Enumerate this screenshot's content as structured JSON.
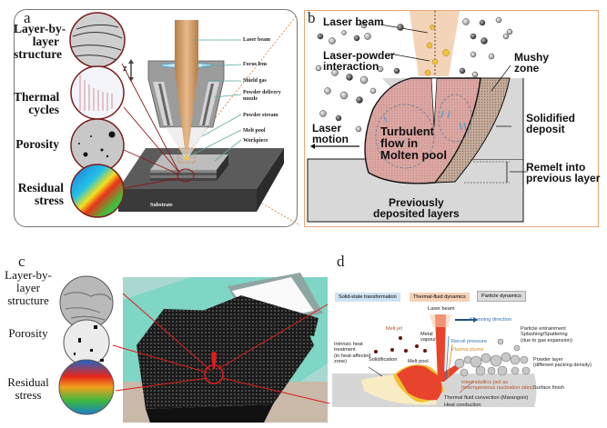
{
  "panels": {
    "a": {
      "letter": "a",
      "side_labels": [
        {
          "text": "Layer-by-\nlayer\nstructure"
        },
        {
          "text": "Thermal\ncycles"
        },
        {
          "text": "Porosity"
        },
        {
          "text": "Residual\nstress"
        }
      ],
      "callouts": [
        "Laser beam",
        "Focus lens",
        "Shield gas",
        "Powder delivery\nnozzle",
        "Powder stream",
        "Melt pool",
        "Workpiece"
      ],
      "substrate_label": "Substrate",
      "axis_label": "Z",
      "colors": {
        "beam": "#d9a36b",
        "substrate": "#4a4a4a",
        "circle_border": "#7a1c1c",
        "arrow": "#8b1a1a"
      }
    },
    "b": {
      "letter": "b",
      "labels": {
        "laser_beam": "Laser beam",
        "laser_powder": "Laser-powder\ninteraction",
        "mushy": "Mushy\nzone",
        "laser_motion": "Laser\nmotion",
        "turbulent": "Turbulent\nflow in\nMolten pool",
        "solidified": "Solidified\ndeposit",
        "remelt": "Remelt into\nprevious layer",
        "previous": "Previously\ndeposited layers"
      },
      "colors": {
        "pool": "#d9a3a0",
        "mushy": "#b79d8a",
        "base": "#d8d8d8",
        "border": "#e6a675",
        "flow": "#3a9bd1"
      }
    },
    "c": {
      "letter": "c",
      "side_labels": [
        {
          "text": "Layer-by-\nlayer\nstructure"
        },
        {
          "text": "Porosity"
        },
        {
          "text": "Residual\nstress"
        }
      ],
      "colors": {
        "bed": "#7fd6c4",
        "lattice": "#1e1e1e",
        "arrow": "#e01b1b"
      }
    },
    "d": {
      "letter": "d",
      "tags": [
        {
          "text": "Solid-state transformation",
          "bg": "#cfe3f1"
        },
        {
          "text": "Thermal-fluid dynamics",
          "bg": "#f6d2b5"
        },
        {
          "text": "Particle dynamics",
          "bg": "#dcdcdc"
        }
      ],
      "labels": {
        "laser_beam": "Laser beam",
        "scanning": "Scanning direction",
        "melt_jet": "Melt jet",
        "metal_vapour": "Metal\nvapour",
        "recoil": "Recoil pressure",
        "plasma": "Plasma plume",
        "particle": "Particle entrainment\nSplashing/Spattering\n(due to gas expansion)",
        "intrinsic": "Intrinsic heat\ntreatment\n(in heat-affected\nzone)",
        "solidification": "Solidification",
        "melt_pool": "Melt pool",
        "powder_layer": "Powder layer\n(different packing density)",
        "intermetallics": "Intermetallics (act as\nheterogeneous nucleation sites)",
        "surface": "Surface finish",
        "marangoni": "Thermal fluid convection (Marangoni)",
        "conduction": "Heat conduction"
      },
      "colors": {
        "scan": "#1f4e79",
        "recoil": "#2e75b6",
        "plasma": "#d98c1f",
        "intermetallic": "#b5522a",
        "pool": "#e8432c",
        "haz": "#f7ecc4"
      }
    }
  }
}
